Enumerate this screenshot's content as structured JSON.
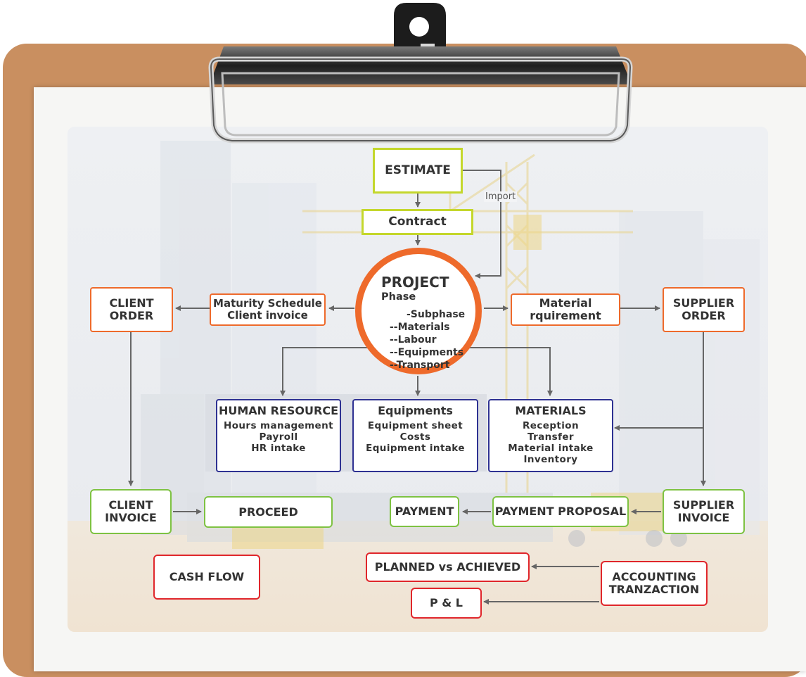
{
  "diagram": {
    "estimate": "ESTIMATE",
    "contract": "Contract",
    "import_label": "Import",
    "project": {
      "title": "PROJECT",
      "phase": "Phase",
      "items": [
        "-Subphase",
        "--Materials",
        "--Labour",
        "--Equipments",
        "--Transport"
      ]
    },
    "client_order": [
      "CLIENT",
      "ORDER"
    ],
    "maturity": [
      "Maturity Schedule",
      "Client invoice"
    ],
    "material_req": [
      "Material",
      "rquirement"
    ],
    "supplier_order": [
      "SUPPLIER",
      "ORDER"
    ],
    "human_resource": {
      "title": "HUMAN RESOURCE",
      "items": [
        "Hours management",
        "Payroll",
        "HR intake"
      ]
    },
    "equipments": {
      "title": "Equipments",
      "items": [
        "Equipment sheet",
        "Costs",
        "Equipment intake"
      ]
    },
    "materials": {
      "title": "MATERIALS",
      "items": [
        "Reception",
        "Transfer",
        "Material intake",
        "Inventory"
      ]
    },
    "client_invoice": [
      "CLIENT",
      "INVOICE"
    ],
    "proceed": "PROCEED",
    "payment": "PAYMENT",
    "payment_proposal": "PAYMENT PROPOSAL",
    "supplier_invoice": [
      "SUPPLIER",
      "INVOICE"
    ],
    "cash_flow": "CASH FLOW",
    "planned_vs_achieved": "PLANNED vs ACHIEVED",
    "accounting": [
      "ACCOUNTING",
      "TRANZACTION"
    ],
    "pl": "P & L"
  },
  "colors": {
    "board": "#c98f60",
    "lime": "#c4d72c",
    "orange": "#ee6a2b",
    "blue": "#2e3192",
    "green": "#7ec242",
    "red": "#e0262b",
    "connector": "#666666"
  }
}
